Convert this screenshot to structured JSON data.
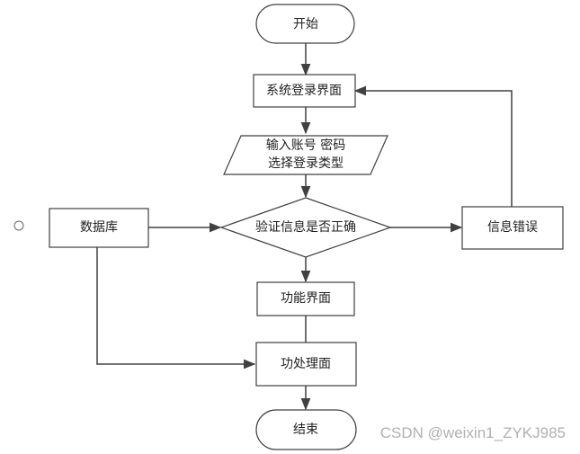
{
  "flowchart": {
    "start": "开始",
    "login_screen": "系统登录界面",
    "input_line1": "输入账号 密码",
    "input_line2": "选择登录类型",
    "verify": "验证信息是否正确",
    "database": "数据库",
    "error": "信息错误",
    "function_screen": "功能界面",
    "process_screen": "功处理面",
    "end": "结束"
  },
  "watermark": "CSDN @weixin1_ZYKJ985",
  "colors": {
    "stroke": "#404040",
    "fill": "#ffffff",
    "text": "#222222",
    "watermark": "#b0b0b0"
  }
}
